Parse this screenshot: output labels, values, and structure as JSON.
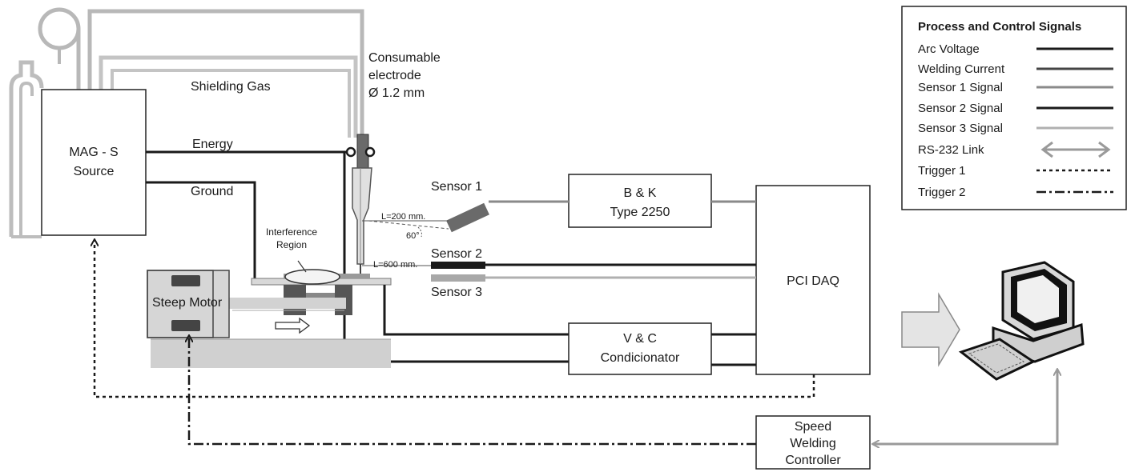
{
  "colors": {
    "black_line": "#1a1a1a",
    "gray_line": "#8a8a8a",
    "light_gray_line": "#b0b0b0",
    "equipment_fill": "#d0d0d0",
    "dark_fill": "#555555"
  },
  "labels": {
    "shielding_gas": "Shielding Gas",
    "consumable_line1": "Consumable",
    "consumable_line2": "electrode",
    "consumable_line3": "Ø 1.2 mm",
    "source_line1": "MAG - S",
    "source_line2": "Source",
    "energy": "Energy",
    "ground": "Ground",
    "interference_line1": "Interference",
    "interference_line2": "Region",
    "steep_motor": "Steep Motor",
    "sensor1": "Sensor 1",
    "sensor2": "Sensor 2",
    "sensor3": "Sensor 3",
    "l200": "L=200 mm.",
    "angle60": "60°",
    "l600": "L=600 mm.",
    "bk_line1": "B & K",
    "bk_line2": "Type 2250",
    "vc_line1": "V & C",
    "vc_line2": "Condicionator",
    "pci_daq": "PCI DAQ",
    "speed_line1": "Speed",
    "speed_line2": "Welding",
    "speed_line3": "Controller"
  },
  "legend": {
    "title": "Process and Control Signals",
    "items": [
      {
        "label": "Arc Voltage",
        "style": "solid-black"
      },
      {
        "label": "Welding Current",
        "style": "solid-dark"
      },
      {
        "label": "Sensor 1 Signal",
        "style": "solid-gray"
      },
      {
        "label": "Sensor 2 Signal",
        "style": "solid-black"
      },
      {
        "label": "Sensor 3 Signal",
        "style": "solid-lightgray"
      },
      {
        "label": "RS-232 Link",
        "style": "double-arrow"
      },
      {
        "label": "Trigger 1",
        "style": "dotted"
      },
      {
        "label": "Trigger 2",
        "style": "dash-dot"
      }
    ]
  },
  "icons": [
    "gas-cylinder-icon",
    "wire-spool-icon",
    "computer-icon",
    "flow-arrow-icon"
  ]
}
